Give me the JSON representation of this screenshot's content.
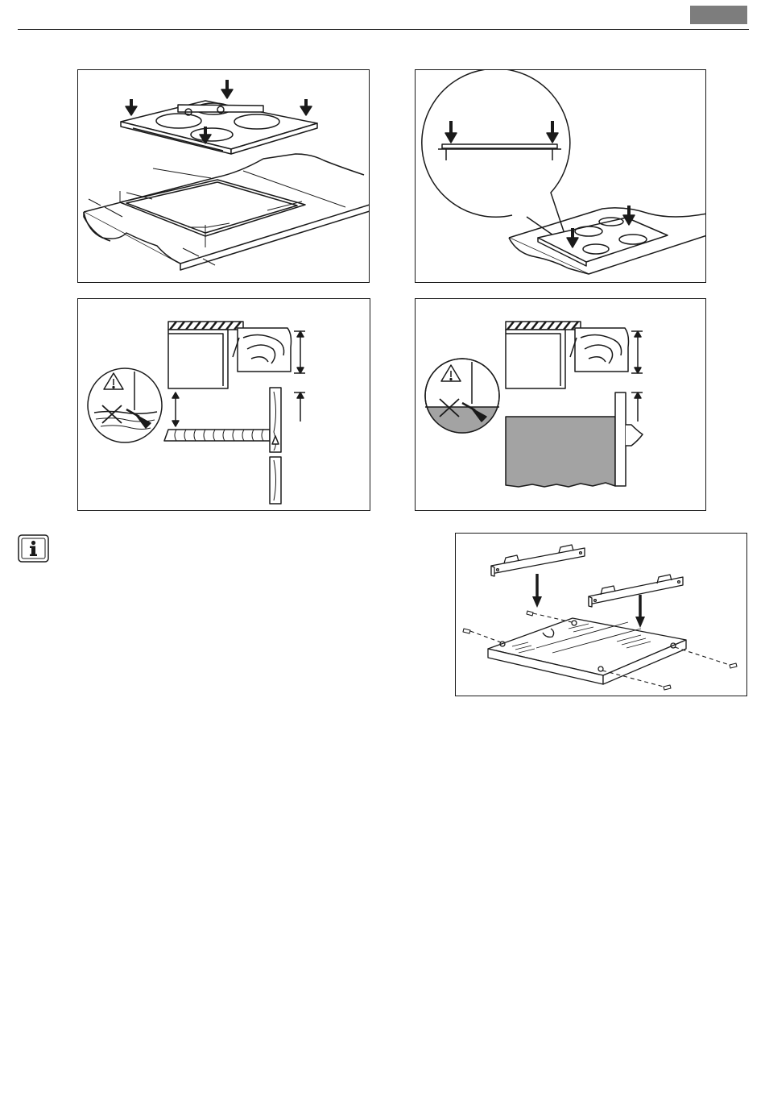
{
  "page": {
    "header_tab_color": "#7d7d7d",
    "rule_color": "#1a1a1a",
    "ink_color": "#1a1a1a",
    "worktop_fill": "#a3a3a3"
  },
  "figures": [
    {
      "id": "hob-level-and-cutout",
      "icon": "hob-cutout-diagram"
    },
    {
      "id": "hob-insertion-detail",
      "icon": "magnifier-detail"
    },
    {
      "id": "clearance-above-drawer",
      "icon": "warning-icon"
    },
    {
      "id": "clearance-above-oven",
      "icon": "warning-icon"
    },
    {
      "id": "mounting-brackets",
      "icon": "bracket-screws-diagram"
    }
  ],
  "info": {
    "icon": "info-icon"
  }
}
